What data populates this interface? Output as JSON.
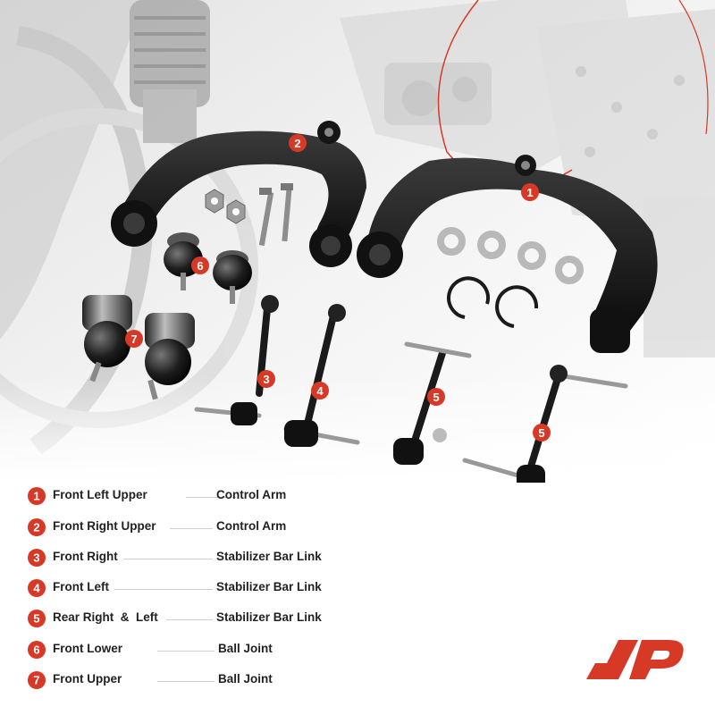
{
  "callouts": [
    {
      "n": "1"
    },
    {
      "n": "2"
    },
    {
      "n": "3"
    },
    {
      "n": "4"
    },
    {
      "n": "5"
    },
    {
      "n": "5"
    },
    {
      "n": "6"
    },
    {
      "n": "7"
    }
  ],
  "legend": [
    {
      "number": "1",
      "part": "Front Left Upper",
      "type": "Control Arm"
    },
    {
      "number": "2",
      "part": "Front Right Upper",
      "type": "Control Arm"
    },
    {
      "number": "3",
      "part": "Front Right",
      "type": "Stabilizer Bar Link"
    },
    {
      "number": "4",
      "part": "Front Left",
      "type": "Stabilizer Bar Link"
    },
    {
      "number": "5",
      "part": "Rear Right  &  Left",
      "type": "Stabilizer Bar Link"
    },
    {
      "number": "6",
      "part": "Front Lower",
      "type": "Ball Joint"
    },
    {
      "number": "7",
      "part": "Front Upper",
      "type": "Ball Joint"
    }
  ],
  "colors": {
    "accent": "#d63a26",
    "text": "#222222",
    "part_metal": "#1a1a1a"
  },
  "icons": {
    "logo": "brand-logo-icon"
  }
}
